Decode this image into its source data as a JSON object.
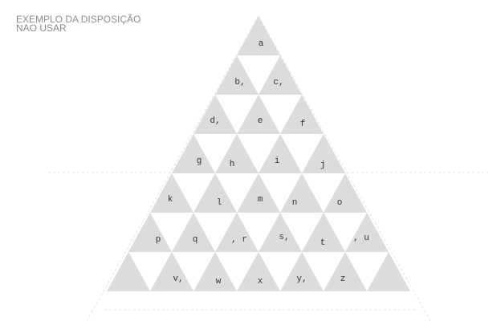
{
  "header": {
    "line1": "EXEMPLO DA DISPOSIÇÃO",
    "line2": "NAO USAR"
  },
  "colors": {
    "triangle_fill": "#dcdcdc",
    "label": "#333333",
    "header": "#8c8c8c",
    "guide": "#e3e3e3"
  },
  "rows": [
    [
      "a"
    ],
    [
      "b,",
      "c,"
    ],
    [
      "d,",
      "e",
      "f"
    ],
    [
      "g",
      "h",
      "i",
      "j"
    ],
    [
      "k",
      "l",
      "m",
      "n",
      "o"
    ],
    [
      "p",
      "q",
      ", r",
      "s,",
      "t",
      ", u"
    ],
    [
      "v,",
      "w",
      "x",
      "y,",
      "z"
    ]
  ]
}
